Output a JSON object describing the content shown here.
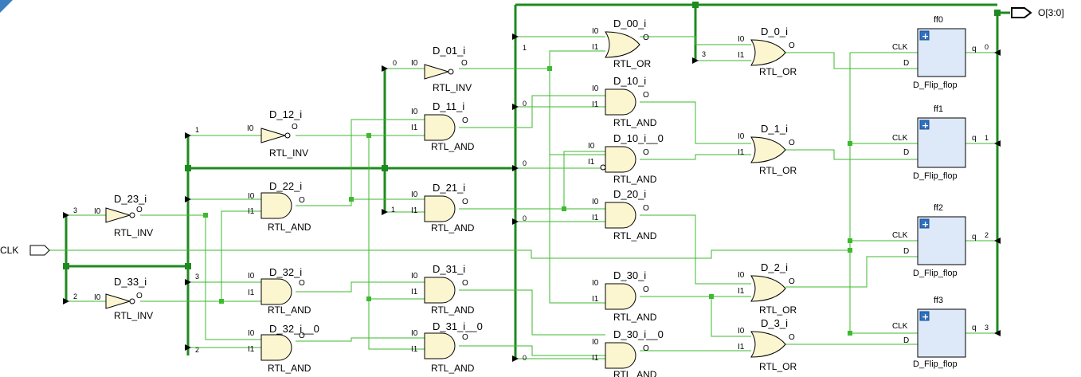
{
  "ports": {
    "clk": "CLK",
    "out": "O[3:0]"
  },
  "pins": {
    "i0": "I0",
    "i1": "I1",
    "o": "O",
    "clk": "CLK",
    "d": "D",
    "q": "q"
  },
  "inverters": [
    {
      "inst": "D_23_i",
      "type": "RTL_INV",
      "bit": "3"
    },
    {
      "inst": "D_33_i",
      "type": "RTL_INV",
      "bit": "2"
    },
    {
      "inst": "D_12_i",
      "type": "RTL_INV",
      "bit": "1"
    },
    {
      "inst": "D_01_i",
      "type": "RTL_INV",
      "bit": "0"
    }
  ],
  "gates": [
    {
      "inst": "D_22_i",
      "type": "RTL_AND"
    },
    {
      "inst": "D_32_i",
      "type": "RTL_AND",
      "bit": "3"
    },
    {
      "inst": "D_32_i__0",
      "type": "RTL_AND"
    },
    {
      "inst": "D_11_i",
      "type": "RTL_AND"
    },
    {
      "inst": "D_21_i",
      "type": "RTL_AND",
      "bit": "1"
    },
    {
      "inst": "D_31_i",
      "type": "RTL_AND"
    },
    {
      "inst": "D_31_i__0",
      "type": "RTL_AND"
    },
    {
      "inst": "D_00_i",
      "type": "RTL_OR",
      "bit": "1"
    },
    {
      "inst": "D_10_i",
      "type": "RTL_AND",
      "bit": "0"
    },
    {
      "inst": "D_10_i__0",
      "type": "RTL_AND",
      "bit": "0"
    },
    {
      "inst": "D_20_i",
      "type": "RTL_AND",
      "bit": "0"
    },
    {
      "inst": "D_30_i",
      "type": "RTL_AND"
    },
    {
      "inst": "D_30_i__0",
      "type": "RTL_AND",
      "bit": "0"
    },
    {
      "inst": "D_0_i",
      "type": "RTL_OR",
      "bit": "3"
    },
    {
      "inst": "D_1_i",
      "type": "RTL_OR"
    },
    {
      "inst": "D_2_i",
      "type": "RTL_OR"
    },
    {
      "inst": "D_3_i",
      "type": "RTL_OR"
    }
  ],
  "flops": [
    {
      "inst": "ff0",
      "type": "D_Flip_flop",
      "bit": "0"
    },
    {
      "inst": "ff1",
      "type": "D_Flip_flop",
      "bit": "1"
    },
    {
      "inst": "ff2",
      "type": "D_Flip_flop",
      "bit": "2"
    },
    {
      "inst": "ff3",
      "type": "D_Flip_flop",
      "bit": "3"
    }
  ],
  "colors": {
    "wire": "#3dba2e",
    "bus": "#1f8a1f",
    "gate_fill": "#fbf6d0",
    "ff_fill": "#dde9f8",
    "ff_icon": "#2f6fbf"
  }
}
